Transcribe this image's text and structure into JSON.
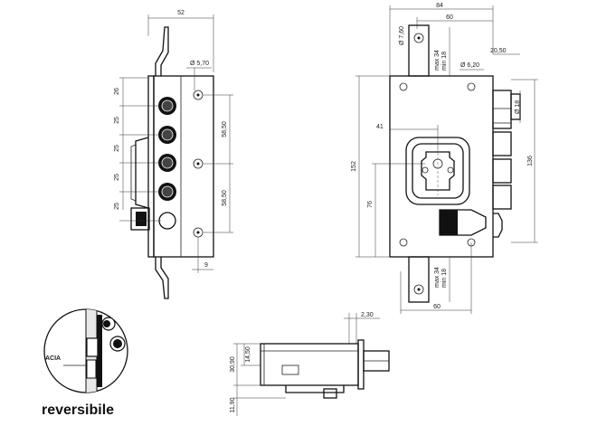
{
  "label": "reversibile",
  "inset_text": "ACIA",
  "front_view": {
    "dims": {
      "width_top": "52",
      "hole": "Ø 5,70",
      "pitch_1": "26",
      "pitch_2": "25",
      "pitch_3": "25",
      "pitch_4": "25",
      "pitch_5": "25",
      "hole_span_1": "58,50",
      "hole_span_2": "58,50",
      "offset_bottom": "9"
    }
  },
  "back_view": {
    "dims": {
      "width_total": "84",
      "width_60_top": "60",
      "hole_small": "Ø 7,60",
      "max_top": "max 34",
      "min_top": "min 18",
      "throw": "20,50",
      "hole_mid": "Ø 6,20",
      "pin": "Ø 18",
      "height_total": "152",
      "bolt_span": "136",
      "cyl_offset": "41",
      "cyl_height": "76",
      "max_bottom": "max 34",
      "min_bottom": "min 18",
      "width_60_bottom": "60"
    }
  },
  "side_view": {
    "dims": {
      "gap": "2,30",
      "thick_1": "14,50",
      "thick_2": "30,90",
      "thick_3": "11,90"
    }
  }
}
